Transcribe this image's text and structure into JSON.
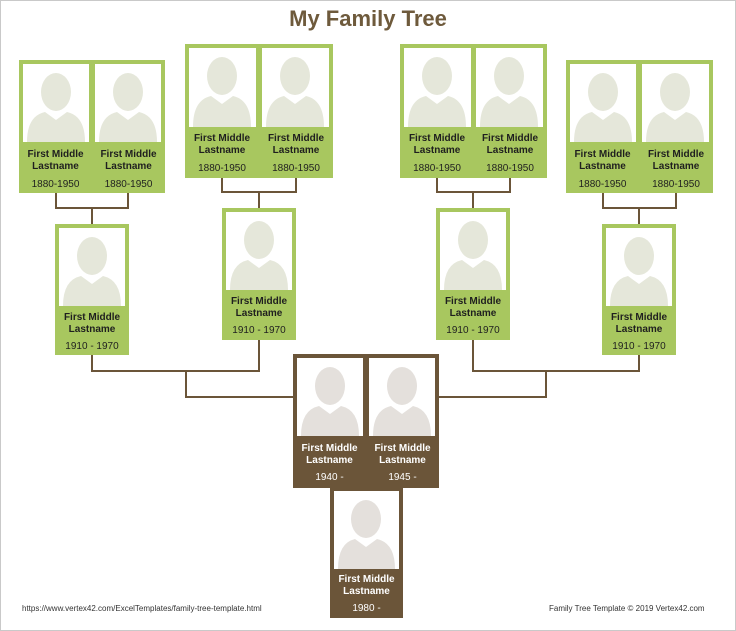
{
  "title": "My Family Tree",
  "colors": {
    "title": "#6e5a3c",
    "green": "#a8c75f",
    "brown": "#6b5539",
    "line": "#6b5539"
  },
  "placeholder_name": {
    "line1": "First Middle",
    "line2": "Lastname"
  },
  "years": {
    "great_grandparents": "1880-1950",
    "grandparents": "1910 - 1970",
    "parent_1": "1940 -",
    "parent_2": "1945 -",
    "self": "1980 -"
  },
  "footer": {
    "url": "https://www.vertex42.com/ExcelTemplates/family-tree-template.html",
    "copyright": "Family Tree Template © 2019 Vertex42.com"
  }
}
